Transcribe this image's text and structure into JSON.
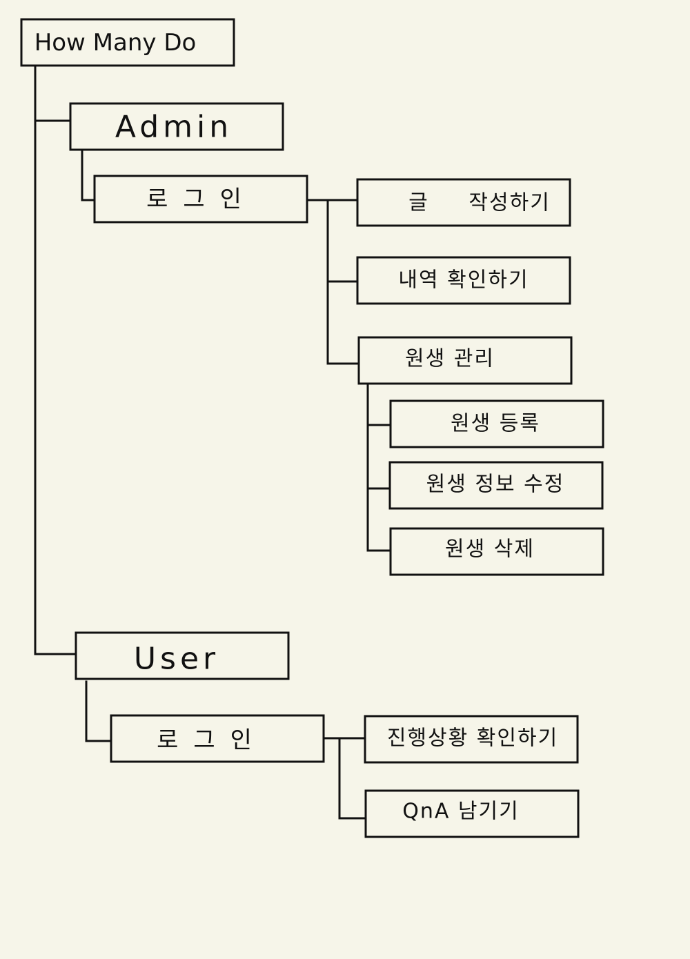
{
  "diagram": {
    "root": "How Many Do",
    "admin": {
      "title": "Admin",
      "login": "로그인",
      "write_post": "글     작성하기",
      "check_history": "내역 확인하기",
      "member_manage": "원생 관리",
      "member_register": "원생 등록",
      "member_edit": "원생 정보 수정",
      "member_delete": "원생 삭제"
    },
    "user": {
      "title": "User",
      "login": "로그인",
      "check_progress": "진행상황 확인하기",
      "leave_qna": "QnA 남기기"
    }
  }
}
